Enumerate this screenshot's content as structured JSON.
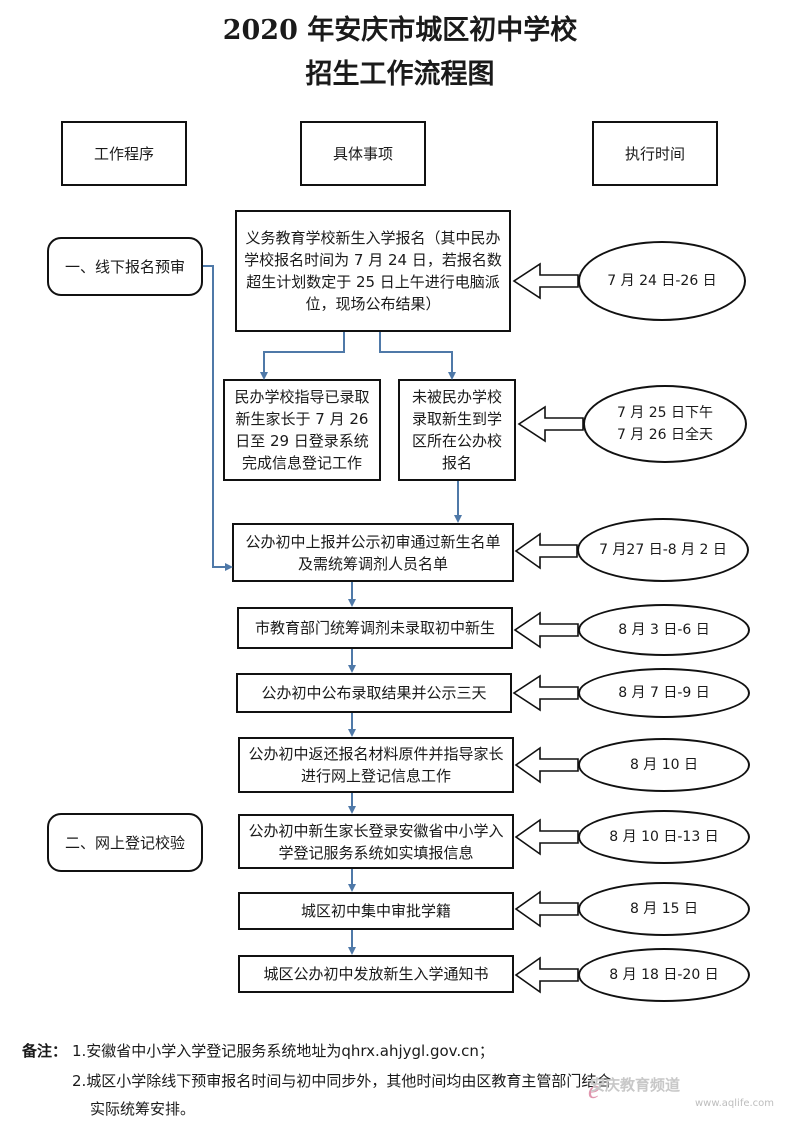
{
  "title": {
    "line1": "2020 年安庆市城区初中学校",
    "line2": "招生工作流程图"
  },
  "headers": {
    "procedure": "工作程序",
    "items": "具体事项",
    "time": "执行时间"
  },
  "stages": {
    "offline": "一、线下报名预审",
    "online": "二、网上登记校验"
  },
  "steps": {
    "s1": "义务教育学校新生入学报名（其中民办学校报名时间为 7 月 24 日，若报名数超生计划数定于 25 日上午进行电脑派位，现场公布结果）",
    "s2a": "民办学校指导已录取新生家长于 7 月 26 日至 29 日登录系统完成信息登记工作",
    "s2b": "未被民办学校录取新生到学区所在公办校报名",
    "s3": "公办初中上报并公示初审通过新生名单及需统筹调剂人员名单",
    "s4": "市教育部门统筹调剂未录取初中新生",
    "s5": "公办初中公布录取结果并公示三天",
    "s6": "公办初中返还报名材料原件并指导家长进行网上登记信息工作",
    "s7": "公办初中新生家长登录安徽省中小学入学登记服务系统如实填报信息",
    "s8": "城区初中集中审批学籍",
    "s9": "城区公办初中发放新生入学通知书"
  },
  "times": {
    "t1": "7 月 24 日-26 日",
    "t2_line1": "7 月 25 日下午",
    "t2_line2": "7 月 26 日全天",
    "t3": "7 月27 日-8 月 2 日",
    "t4": "8 月 3 日-6 日",
    "t5": "8 月 7 日-9 日",
    "t6": "8 月 10 日",
    "t7": "8 月 10 日-13 日",
    "t8": "8 月 15 日",
    "t9": "8 月 18 日-20 日"
  },
  "notes": {
    "label": "备注：",
    "line1": "1.安徽省中小学入学登记服务系统地址为qhrx.ahjygl.gov.cn；",
    "line2": "2.城区小学除线下预审报名时间与初中同步外，其他时间均由区教育主管部门结合",
    "line3": "实际统筹安排。"
  },
  "watermark": {
    "text": "安庆教育频道",
    "url": "www.aqlife.com"
  },
  "colors": {
    "arrow": "#4f79a8",
    "border": "#111111"
  }
}
